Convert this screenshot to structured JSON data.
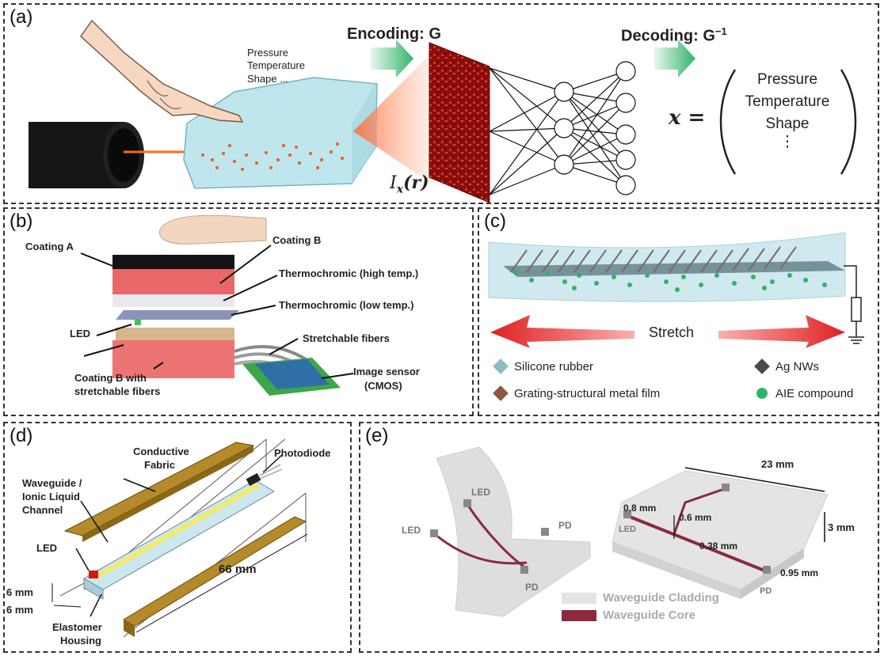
{
  "panel_a": {
    "label": "(a)",
    "finger_text": [
      "Pressure",
      "Temperature",
      "Shape ..."
    ],
    "encoding": "Encoding: G",
    "decoding": "Decoding: G",
    "decoding_sup": "−1",
    "speckle_label": "I",
    "speckle_sub": "x",
    "speckle_arg": "(r)",
    "x_symbol": "x =",
    "vector_items": [
      "Pressure",
      "Temperature",
      "Shape",
      "⋮"
    ]
  },
  "panel_b": {
    "label": "(b)",
    "labels": {
      "coating_a": "Coating A",
      "coating_b": "Coating B",
      "thermo_high": "Thermochromic (high temp.)",
      "thermo_low": "Thermochromic (low temp.)",
      "led": "LED",
      "stretch_fibers": "Stretchable fibers",
      "image_sensor": "Image sensor",
      "cmos": "(CMOS)",
      "coating_b_fibers_1": "Coating B with",
      "coating_b_fibers_2": "stretchable fibers"
    }
  },
  "panel_c": {
    "label": "(c)",
    "stretch": "Stretch",
    "legend": [
      {
        "text": "Silicone rubber",
        "color": "#8fbcc4"
      },
      {
        "text": "Ag NWs",
        "color": "#4a4a4a"
      },
      {
        "text": "Grating-structural metal film",
        "color": "#8b5a3c"
      },
      {
        "text": "AIE compound",
        "color": "#2fb36a"
      }
    ]
  },
  "panel_d": {
    "label": "(d)",
    "labels": {
      "conductive_1": "Conductive",
      "conductive_2": "Fabric",
      "photodiode": "Photodiode",
      "waveguide_1": "Waveguide /",
      "waveguide_2": "Ionic Liquid",
      "waveguide_3": "Channel",
      "led": "LED",
      "len": "66 mm",
      "w1": "6 mm",
      "w2": "6 mm",
      "housing_1": "Elastomer",
      "housing_2": "Housing"
    }
  },
  "panel_e": {
    "label": "(e)",
    "labels": {
      "led_top": "LED",
      "led_left": "LED",
      "pd_right": "PD",
      "pd_bottom": "PD",
      "dim_23": "23 mm",
      "dim_3": "3 mm",
      "dim_08": "0.8 mm",
      "dim_06": "0.6 mm",
      "dim_038": "0.38 mm",
      "dim_095": "0.95 mm",
      "led_r": "LED",
      "pd_r": "PD"
    },
    "legend": [
      {
        "text": "Waveguide Cladding",
        "color": "#e4e4e4"
      },
      {
        "text": "Waveguide Core",
        "color": "#8a2a3c"
      }
    ]
  }
}
